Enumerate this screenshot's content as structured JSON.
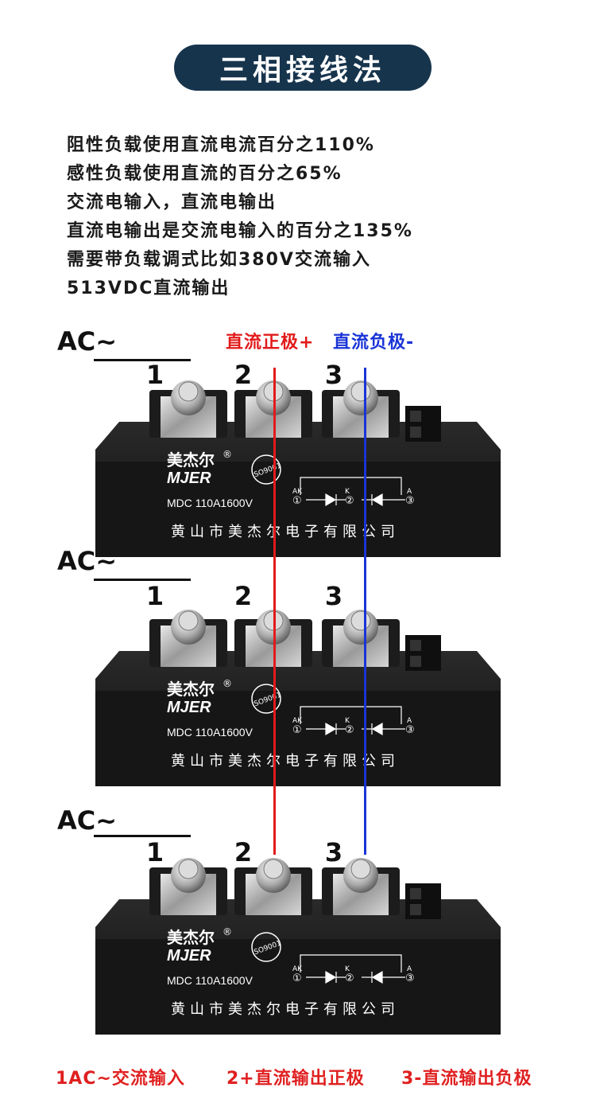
{
  "title": "三相接线法",
  "notes": [
    "阻性负载使用直流电流百分之110%",
    "感性负载使用直流的百分之65%",
    "交流电输入，直流电输出",
    "直流电输出是交流电输入的百分之135%",
    "需要带负载调式比如380V交流输入",
    "513VDC直流输出"
  ],
  "ac_label": "AC~",
  "terminals": [
    "1",
    "2",
    "3"
  ],
  "legend": {
    "positive": "直流正极+",
    "negative": "直流负极-"
  },
  "module": {
    "brand_cn": "美杰尔",
    "reg_mark": "®",
    "brand_en": "MJER",
    "iso": "ISO9001",
    "model": "MDC 110A1600V",
    "company": "黄山市美杰尔电子有限公司",
    "pin_ak": "AK",
    "pin_k": "K",
    "pin_a": "A",
    "pin_1": "①",
    "pin_2": "②",
    "pin_3": "③"
  },
  "bottom_captions": [
    "1AC~交流输入",
    "2+直流输出正极",
    "3-直流输出负极"
  ],
  "colors": {
    "positive_wire": "#e21a1a",
    "negative_wire": "#1a34d6",
    "title_bg": "#17344d"
  }
}
